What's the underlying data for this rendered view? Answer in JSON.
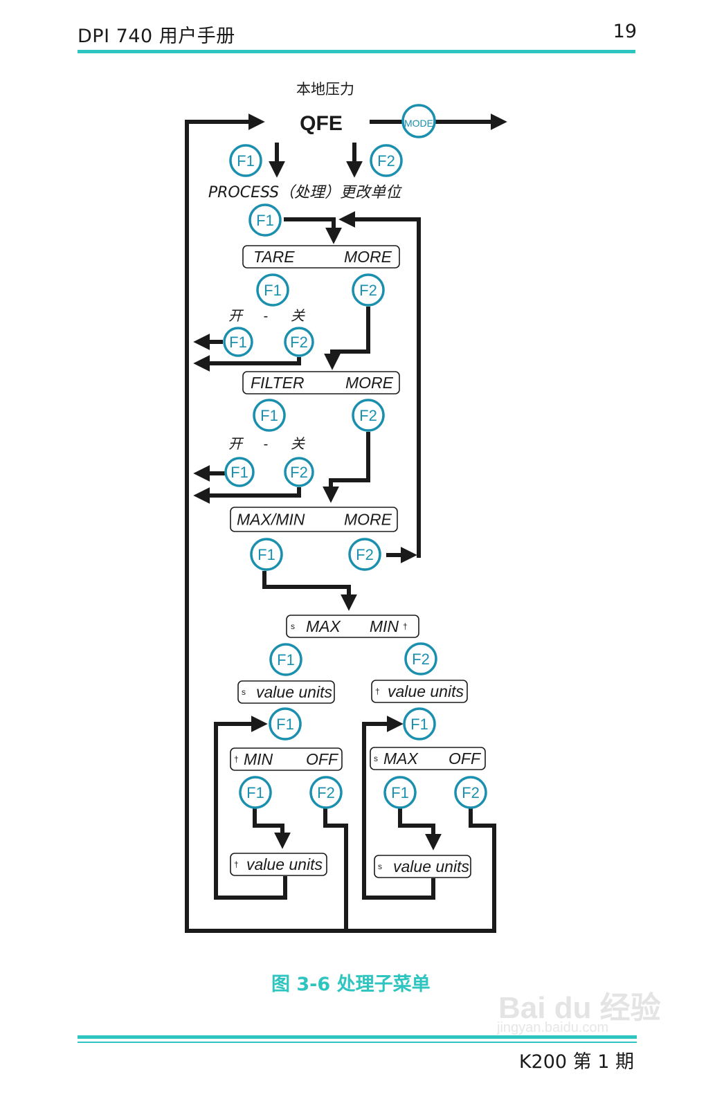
{
  "header": {
    "title": "DPI 740  用户手册",
    "page_number": "19"
  },
  "diagram": {
    "top_label": "本地压力",
    "root": "QFE",
    "mode_button": "MODE",
    "process_label": "PROCESS（处理）更改单位",
    "on_off_label": {
      "on": "开",
      "dash": "-",
      "off": "关"
    },
    "keys": {
      "f1": "F1",
      "f2": "F2"
    },
    "menus": {
      "tare": {
        "left": "TARE",
        "right": "MORE"
      },
      "filter": {
        "left": "FILTER",
        "right": "MORE"
      },
      "maxmin": {
        "left": "MAX/MIN",
        "right": "MORE"
      },
      "select": {
        "left_sym": "s",
        "left": "MAX",
        "right": "MIN",
        "right_sym": "†"
      },
      "max_value": {
        "sym": "s",
        "text": "value units"
      },
      "min_value": {
        "sym": "†",
        "text": "value units"
      },
      "min_off": {
        "sym": "†",
        "left": "MIN",
        "right": "OFF"
      },
      "max_off": {
        "sym": "s",
        "left": "MAX",
        "right": "OFF"
      },
      "min_value2": {
        "sym": "†",
        "text": "value units"
      },
      "max_value2": {
        "sym": "s",
        "text": "value units"
      }
    }
  },
  "caption": "图 3-6 处理子菜单",
  "footer": "K200 第 1 期",
  "watermark": {
    "brand": "Bai du 经验",
    "url": "jingyan.baidu.com"
  },
  "colors": {
    "accent": "#2ec4bf",
    "key_ring": "#1a8fae",
    "line": "#1a1a1a"
  }
}
